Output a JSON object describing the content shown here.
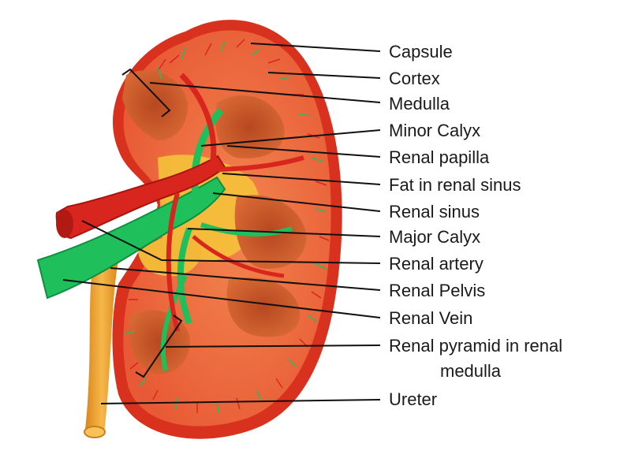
{
  "labels": [
    {
      "id": "capsule",
      "text": "Capsule"
    },
    {
      "id": "cortex",
      "text": "Cortex"
    },
    {
      "id": "medulla",
      "text": "Medulla"
    },
    {
      "id": "minor-calyx",
      "text": "Minor Calyx"
    },
    {
      "id": "renal-papilla",
      "text": "Renal papilla"
    },
    {
      "id": "fat-in-renal-sinus",
      "text": "Fat in renal sinus"
    },
    {
      "id": "renal-sinus",
      "text": "Renal sinus"
    },
    {
      "id": "major-calyx",
      "text": "Major Calyx"
    },
    {
      "id": "renal-artery",
      "text": "Renal artery"
    },
    {
      "id": "renal-pelvis",
      "text": "Renal Pelvis"
    },
    {
      "id": "renal-vein",
      "text": "Renal Vein"
    },
    {
      "id": "renal-pyramid-line1",
      "text": "Renal pyramid in renal"
    },
    {
      "id": "renal-pyramid-line2",
      "text": "medulla"
    },
    {
      "id": "ureter",
      "text": "Ureter"
    }
  ],
  "colors": {
    "capsule": "#e8452e",
    "cortex": "#ef6a3e",
    "artery": "#d8261e",
    "vein": "#1fbf5c",
    "ureter": "#f0a12a",
    "fat": "#f5c23a",
    "pyramid": "#c9582b",
    "leader": "#111111"
  }
}
